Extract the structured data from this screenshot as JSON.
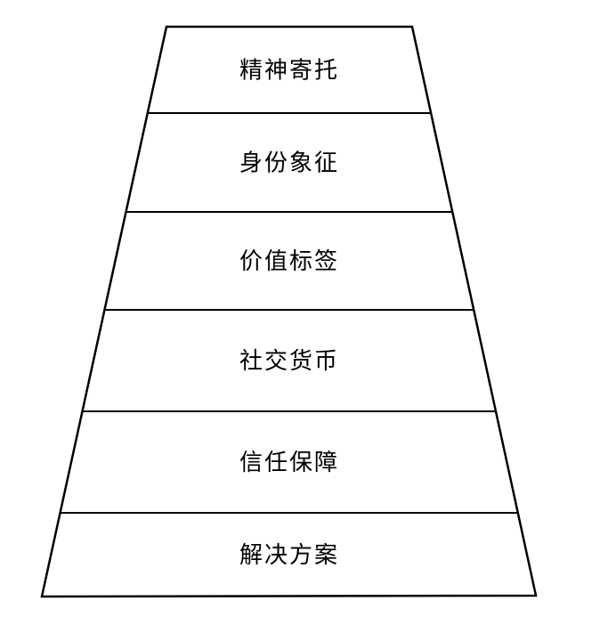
{
  "diagram": {
    "type": "inverted-pyramid-funnel",
    "level_count": 6,
    "background_color": "#ffffff",
    "stroke_color": "#000000",
    "text_color": "#000000",
    "levels": [
      {
        "rank": 1,
        "label": "精神寄托"
      },
      {
        "rank": 2,
        "label": "身份象征"
      },
      {
        "rank": 3,
        "label": "价值标签"
      },
      {
        "rank": 4,
        "label": "社交货币"
      },
      {
        "rank": 5,
        "label": "信任保障"
      },
      {
        "rank": 6,
        "label": "解决方案"
      }
    ]
  }
}
